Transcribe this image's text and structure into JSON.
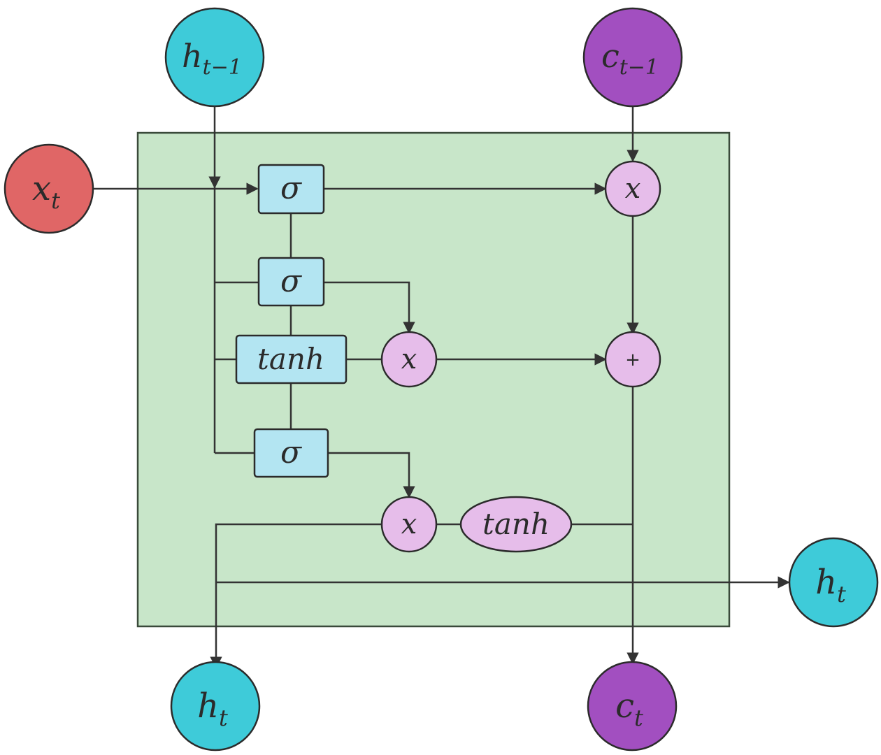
{
  "colors": {
    "cell_fill": "#c8e6c9",
    "cell_border": "#3a4a3a",
    "gate_fill": "#b3e5f2",
    "op_fill": "#e6bdea",
    "state_h": "#3ecbd9",
    "state_c": "#a24fc0",
    "input_x": "#e06666"
  },
  "inputs": {
    "x_t": {
      "base": "x",
      "sub": "t"
    },
    "h_prev": {
      "base": "h",
      "sub": "t−1"
    },
    "c_prev": {
      "base": "c",
      "sub": "t−1"
    }
  },
  "gates": {
    "forget": "σ",
    "input": "σ",
    "candidate": "tanh",
    "output": "σ"
  },
  "operations": {
    "forget_mul": "x",
    "input_mul": "x",
    "cell_add": "+",
    "output_mul": "x",
    "output_tanh": "tanh"
  },
  "outputs": {
    "h_right": {
      "base": "h",
      "sub": "t"
    },
    "h_bottom": {
      "base": "h",
      "sub": "t"
    },
    "c_bottom": {
      "base": "c",
      "sub": "t"
    }
  }
}
